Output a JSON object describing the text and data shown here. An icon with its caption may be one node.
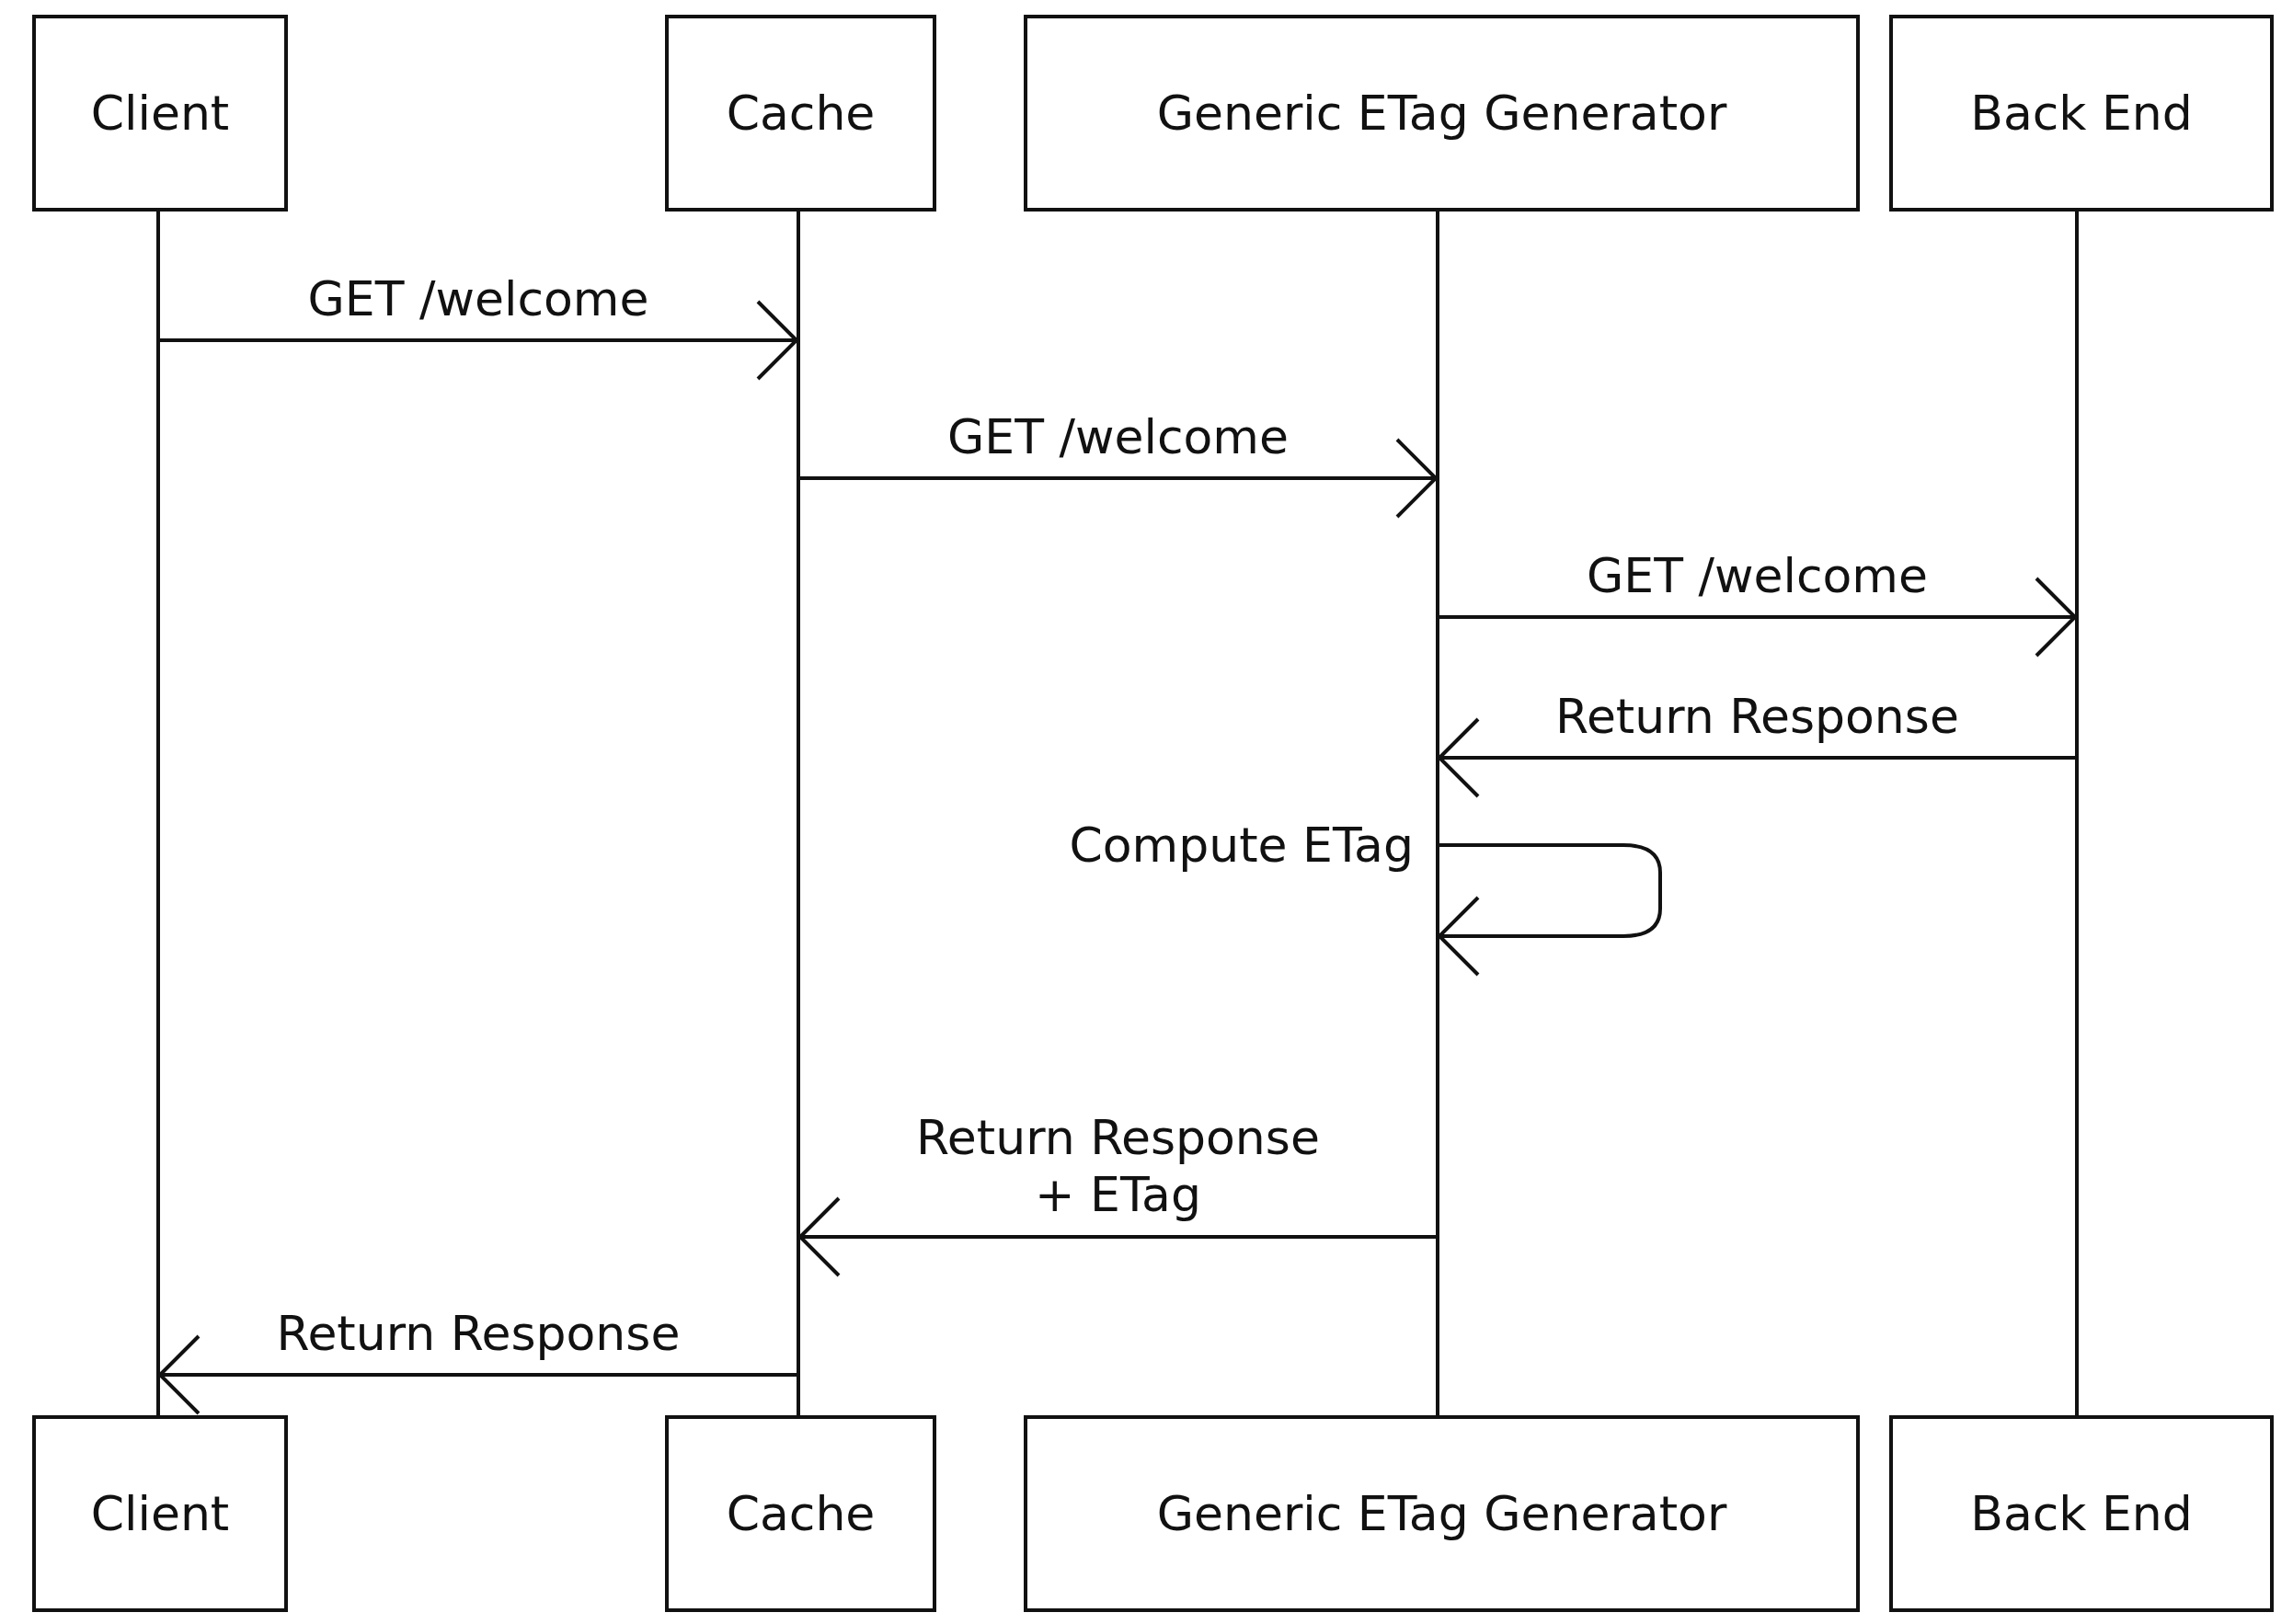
{
  "diagram": {
    "nodes": [
      {
        "text": [
          "Client"
        ]
      },
      {
        "text": [
          "Cache"
        ]
      },
      {
        "text": [
          "Generic ETag Generator"
        ]
      },
      {
        "text": [
          "Back End"
        ]
      },
      {
        "text": [],
        "shape": "line"
      },
      {
        "text": [],
        "shape": "line"
      },
      {
        "text": [],
        "shape": "line"
      },
      {
        "text": [],
        "shape": "line"
      },
      {
        "text": [
          "Client"
        ]
      },
      {
        "text": [
          "Cache"
        ]
      },
      {
        "text": [
          "Generic ETag Generator"
        ]
      },
      {
        "text": [
          "Back End"
        ]
      }
    ],
    "edges": [
      {
        "from": 4,
        "to": 5,
        "arrow": "to",
        "label": "GET /welcome"
      },
      {
        "from": 5,
        "to": 6,
        "arrow": "to",
        "label": "GET /welcome"
      },
      {
        "from": 6,
        "to": 7,
        "arrow": "to",
        "label": "GET /welcome"
      },
      {
        "from": 7,
        "to": 6,
        "arrow": "to",
        "label": "Return Response"
      },
      {
        "from": 6,
        "to": 6,
        "arrow": "to",
        "label": "Compute ETag"
      },
      {
        "from": 6,
        "to": 5,
        "arrow": "to",
        "label": "Return Response + ETag"
      },
      {
        "from": 5,
        "to": 4,
        "arrow": "to",
        "label": "Return Response"
      }
    ]
  }
}
